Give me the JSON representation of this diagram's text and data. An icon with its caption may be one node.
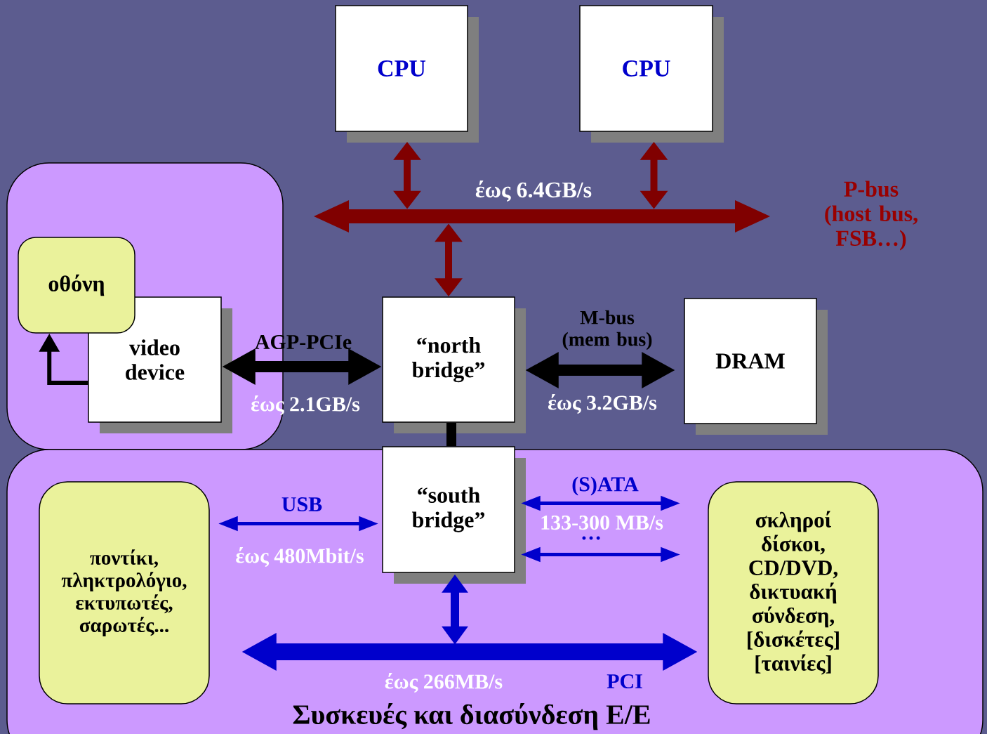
{
  "diagram": {
    "nodes": [
      {
        "text": [
          "CPU"
        ]
      },
      {
        "text": [
          "CPU"
        ]
      },
      {
        "text": [],
        "shape": "bar",
        "beside": [
          "έως 6.4GB/s",
          "P-bus (host bus, FSB…)"
        ]
      },
      {
        "text": [],
        "shape": "box"
      },
      {
        "text": [
          "οθόνη"
        ],
        "in": 3
      },
      {
        "text": [
          "video device"
        ],
        "in": 3
      },
      {
        "text": [
          "“north bridge”"
        ]
      },
      {
        "text": [
          "DRAM"
        ]
      },
      {
        "text": [
          "Συσκευές και διασύνδεση Ε/Ε"
        ]
      },
      {
        "text": [
          "ποντίκι, πληκτρολόγιο, εκτυπωτές, σαρωτές..."
        ],
        "in": 8
      },
      {
        "text": [
          "“south bridge”"
        ],
        "in": 8
      },
      {
        "text": [
          "σκληροί δίσκοι, CD/DVD, δικτυακή σύνδεση, [δισκέτες] [ταινίες]"
        ],
        "in": 8
      }
    ],
    "edges": [
      {
        "from": 0,
        "to": 2,
        "arrow": "both",
        "color": "#800000"
      },
      {
        "from": 1,
        "to": 2,
        "arrow": "both",
        "color": "#800000"
      },
      {
        "from": 2,
        "to": 6,
        "arrow": "both",
        "color": "#800000"
      },
      {
        "from": 5,
        "to": 4,
        "arrow": "to",
        "color": "#000000"
      },
      {
        "from": 5,
        "to": 6,
        "arrow": "both",
        "label": "AGP-PCIe",
        "color": "#000000"
      },
      {
        "from": 6,
        "to": 7,
        "arrow": "both",
        "label": "M-bus (mem bus)",
        "color": "#000000"
      },
      {
        "from": 6,
        "to": 10,
        "arrow": "none",
        "color": "#000000"
      },
      {
        "from": 10,
        "to": 9,
        "arrow": "both",
        "label": "USB",
        "color": "#0000cc"
      },
      {
        "from": 10,
        "to": 11,
        "arrow": "both",
        "label": "(S)ATA",
        "color": "#0000cc"
      },
      {
        "from": 10,
        "to": 11,
        "arrow": "both",
        "color": "#0000cc"
      },
      {
        "from": 10,
        "to": null,
        "arrow": "both",
        "color": "#0000cc"
      },
      {
        "from": 9,
        "to": 11,
        "arrow": "both",
        "label": "PCI",
        "color": "#0000cc",
        "style": "thick"
      }
    ],
    "labels": [
      "έως 2.1GB/s",
      "έως 3.2GB/s",
      "έως 480Mbit/s",
      "133-300 MB/s",
      "…",
      "έως 266MB/s"
    ]
  }
}
